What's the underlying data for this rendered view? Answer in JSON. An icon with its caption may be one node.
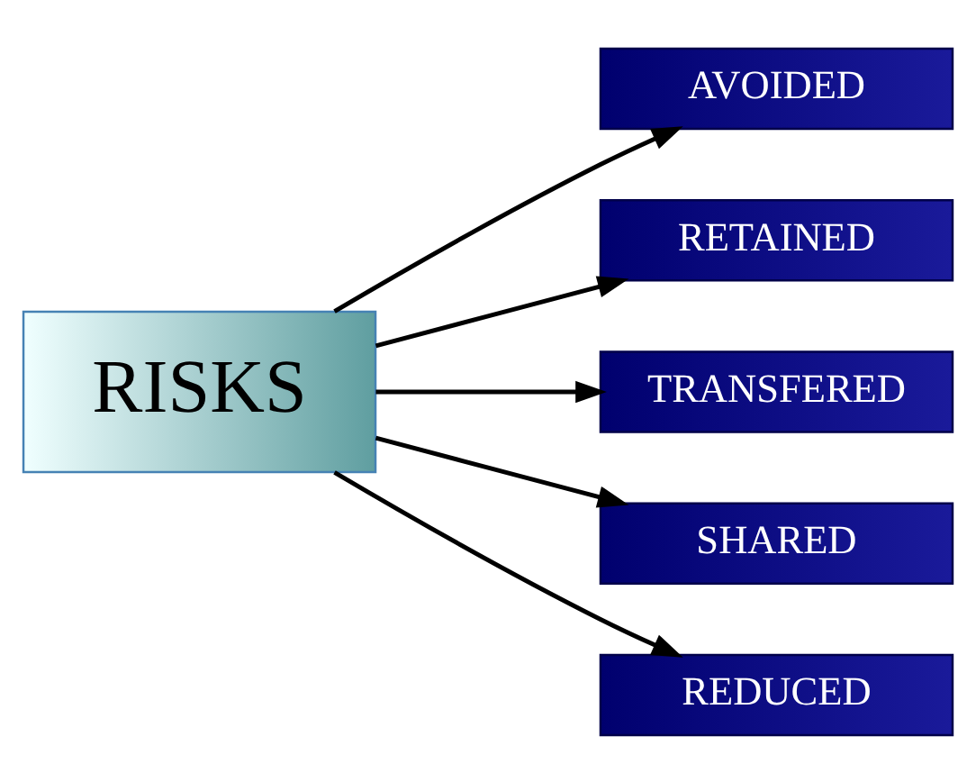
{
  "diagram": {
    "nodes": [
      {
        "text": [
          "RISKS"
        ]
      },
      {
        "text": [
          "AVOIDED"
        ]
      },
      {
        "text": [
          "RETAINED"
        ]
      },
      {
        "text": [
          "TRANSFERED"
        ]
      },
      {
        "text": [
          "SHARED"
        ]
      },
      {
        "text": [
          "REDUCED"
        ]
      }
    ],
    "edges": [
      {
        "from": 0,
        "to": 1,
        "arrow": "to"
      },
      {
        "from": 0,
        "to": 2,
        "arrow": "to"
      },
      {
        "from": 0,
        "to": 3,
        "arrow": "to"
      },
      {
        "from": 0,
        "to": 4,
        "arrow": "to"
      },
      {
        "from": 0,
        "to": 5,
        "arrow": "to"
      }
    ]
  }
}
